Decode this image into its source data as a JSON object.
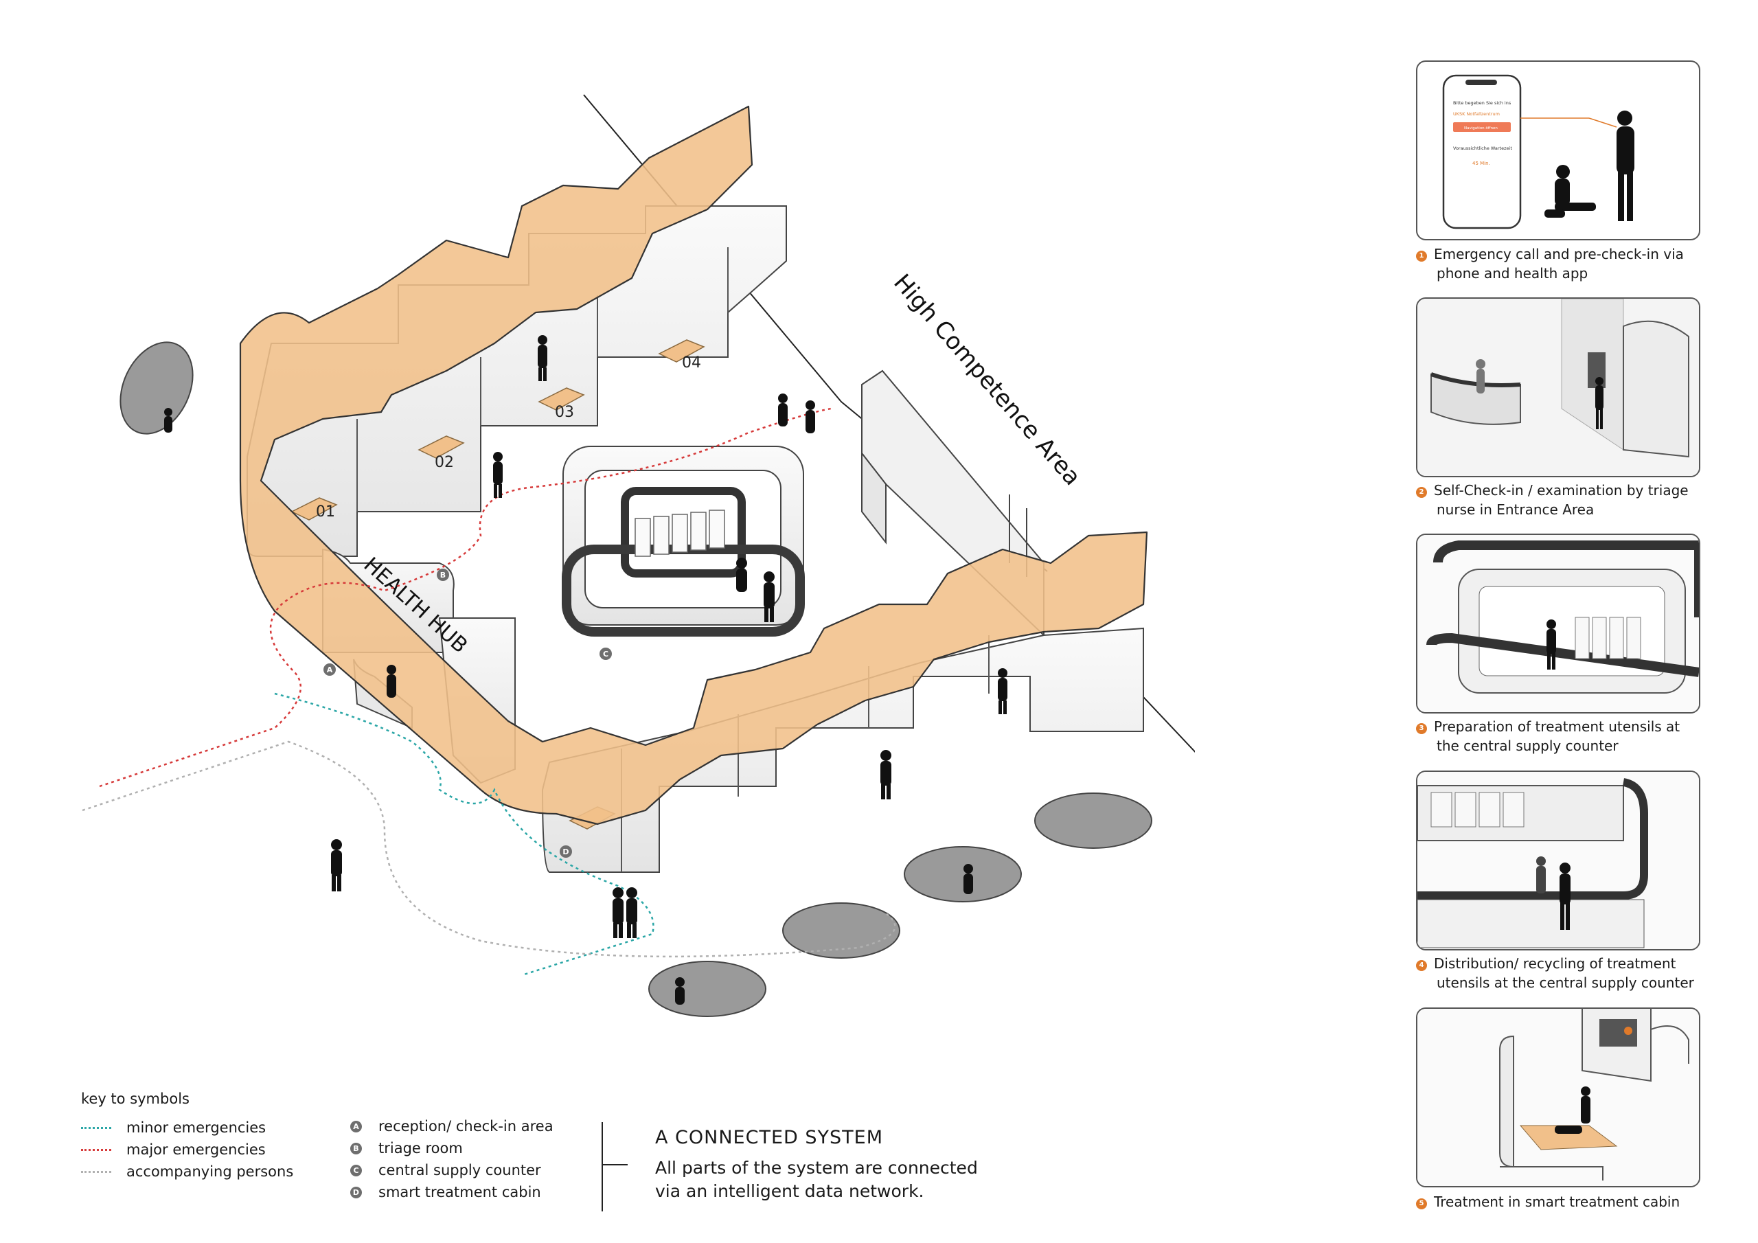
{
  "labels": {
    "high_competence_area": "High Competence Area",
    "health_hub": "HEALTH HUB",
    "rooms": [
      "01",
      "02",
      "03",
      "04"
    ],
    "markers": [
      "A",
      "B",
      "C",
      "D"
    ]
  },
  "legend": {
    "title": "key to symbols",
    "lines": [
      {
        "label": "minor emergencies",
        "color": "#2aa6a6"
      },
      {
        "label": "major emergencies",
        "color": "#d63a3a"
      },
      {
        "label": "accompanying persons",
        "color": "#b0b0b0"
      }
    ],
    "symbols": [
      {
        "badge": "A",
        "label": "reception/ check-in area"
      },
      {
        "badge": "B",
        "label": "triage room"
      },
      {
        "badge": "C",
        "label": "central supply counter"
      },
      {
        "badge": "D",
        "label": "smart treatment cabin"
      }
    ]
  },
  "connected": {
    "title": "A CONNECTED SYSTEM",
    "line1": "All parts of the system are connected",
    "line2": "via an intelligent data network."
  },
  "phone": {
    "line1": "Bitte begeben Sie sich ins",
    "line2": "UKSK Notfallzentrum",
    "button": "Navigation öffnen",
    "wait_label": "Voraussichtliche Wartezeit",
    "wait_value": "45 Min."
  },
  "steps": [
    {
      "num": "1",
      "line1": "Emergency call and pre-check-in via",
      "line2": "phone and health app"
    },
    {
      "num": "2",
      "line1": "Self-Check-in / examination by triage",
      "line2": "nurse in Entrance Area"
    },
    {
      "num": "3",
      "line1": "Preparation of treatment utensils at",
      "line2": "the central supply counter"
    },
    {
      "num": "4",
      "line1": "Distribution/ recycling of treatment",
      "line2": "utensils at the central supply counter"
    },
    {
      "num": "5",
      "line1": "Treatment in smart treatment cabin",
      "line2": ""
    }
  ],
  "colors": {
    "accent_orange": "#e07a2a",
    "roof_orange": "#f1c08a",
    "minor": "#2aa6a6",
    "major": "#d63a3a",
    "accompany": "#b0b0b0"
  }
}
